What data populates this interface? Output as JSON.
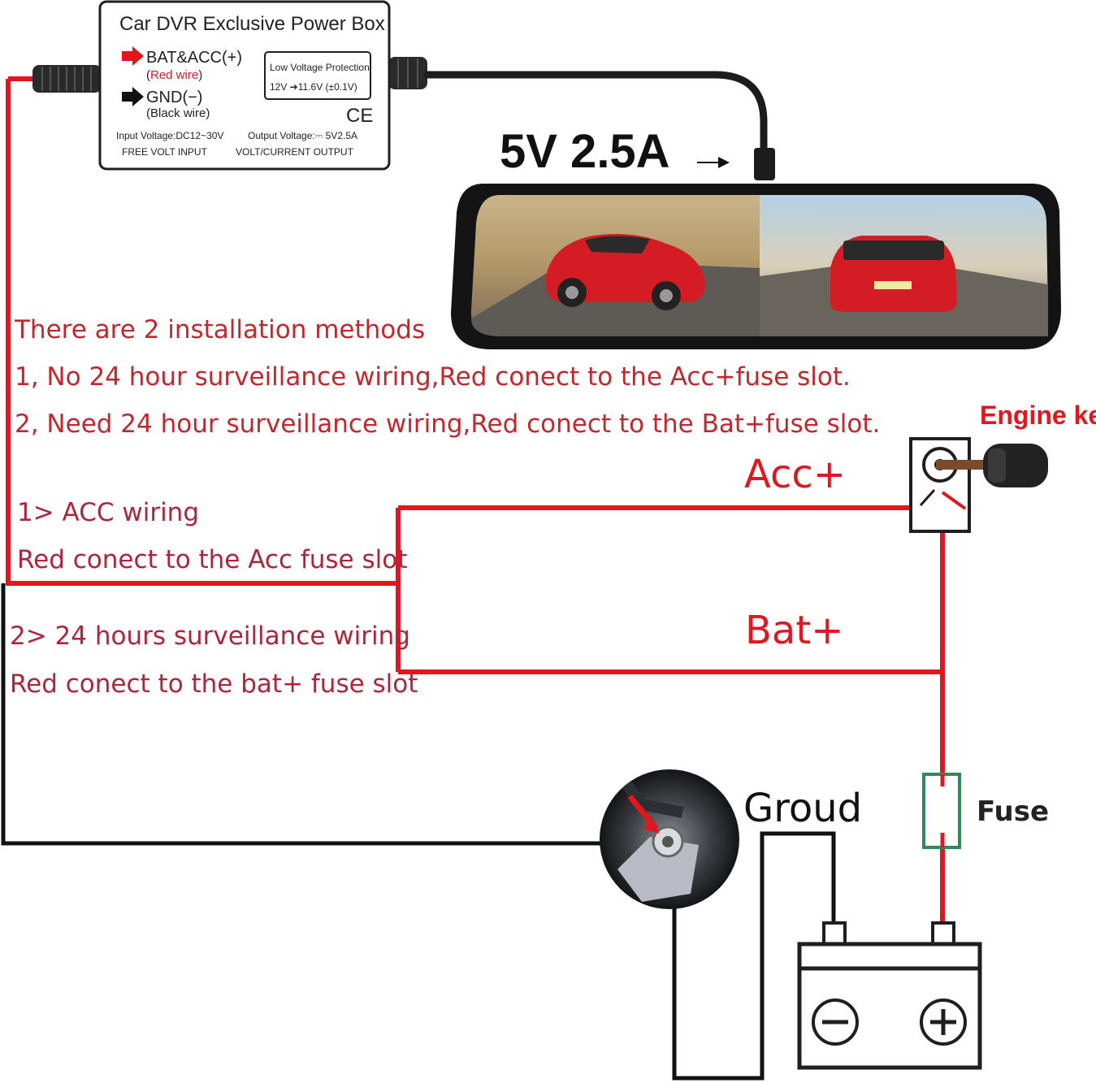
{
  "power_box": {
    "title": "Car DVR Exclusive Power Box",
    "bat_acc_label": "BAT&ACC(+)",
    "bat_acc_note_open": "(",
    "bat_acc_note_red": "Red wire",
    "bat_acc_note_close": ")",
    "gnd_label": "GND(−)",
    "gnd_note": "(Black wire)",
    "low_voltage_title": "Low Voltage Protection",
    "low_voltage_value": "12V ➔11.6V (±0.1V)",
    "ce_mark": "CE",
    "input_voltage": "Input Voltage:DC12~30V",
    "output_voltage": "Output Voltage:⎓ 5V2.5A",
    "input_caption": "FREE VOLT INPUT",
    "output_caption": "VOLT/CURRENT OUTPUT"
  },
  "output_rating": "5V 2.5A",
  "instructions": {
    "heading": "There are 2 installation methods",
    "line1": "1, No 24 hour surveillance wiring,Red conect to the Acc+fuse slot.",
    "line2": "2, Need 24 hour surveillance wiring,Red conect to the Bat+fuse slot."
  },
  "methods": {
    "acc_title": "1> ACC wiring",
    "acc_desc": "Red conect to the Acc fuse slot",
    "bat_title": "2> 24 hours surveillance wiring",
    "bat_desc": "Red conect to the bat+ fuse slot"
  },
  "terminals": {
    "acc": "Acc+",
    "bat": "Bat+",
    "engine_key": "Engine key",
    "ground": "Groud",
    "fuse": "Fuse",
    "battery_minus": "−",
    "battery_plus": "+"
  },
  "colors": {
    "red_wire": "#e1161f",
    "black_wire": "#111111",
    "fuse": "#2e8b57",
    "instruction_text": "#c4262e"
  },
  "icons": {
    "bat_arrow": "red-arrow-icon",
    "gnd_arrow": "black-arrow-icon",
    "ground_photo": "ground-bolt-photo",
    "engine_key": "car-key-icon"
  }
}
